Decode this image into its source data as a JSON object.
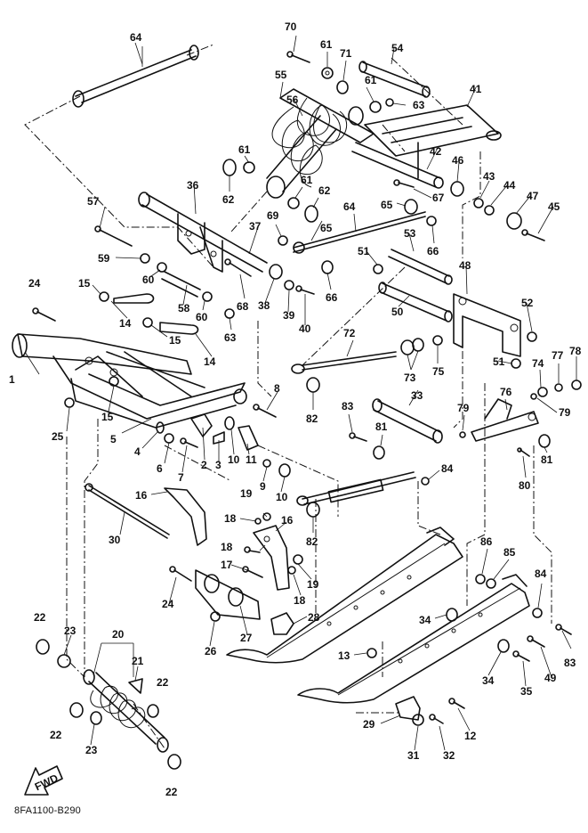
{
  "diagram_code": "8FA1100-B290",
  "direction_label": "FWD",
  "callouts": [
    {
      "n": "1"
    },
    {
      "n": "2"
    },
    {
      "n": "3"
    },
    {
      "n": "4"
    },
    {
      "n": "5"
    },
    {
      "n": "6"
    },
    {
      "n": "7"
    },
    {
      "n": "8"
    },
    {
      "n": "9"
    },
    {
      "n": "10"
    },
    {
      "n": "10"
    },
    {
      "n": "11"
    },
    {
      "n": "12"
    },
    {
      "n": "13"
    },
    {
      "n": "14"
    },
    {
      "n": "14"
    },
    {
      "n": "15"
    },
    {
      "n": "15"
    },
    {
      "n": "15"
    },
    {
      "n": "16"
    },
    {
      "n": "16"
    },
    {
      "n": "17"
    },
    {
      "n": "18"
    },
    {
      "n": "18"
    },
    {
      "n": "18"
    },
    {
      "n": "19"
    },
    {
      "n": "19"
    },
    {
      "n": "20"
    },
    {
      "n": "21"
    },
    {
      "n": "22"
    },
    {
      "n": "22"
    },
    {
      "n": "22"
    },
    {
      "n": "22"
    },
    {
      "n": "23"
    },
    {
      "n": "23"
    },
    {
      "n": "24"
    },
    {
      "n": "24"
    },
    {
      "n": "25"
    },
    {
      "n": "26"
    },
    {
      "n": "27"
    },
    {
      "n": "28"
    },
    {
      "n": "29"
    },
    {
      "n": "30"
    },
    {
      "n": "31"
    },
    {
      "n": "32"
    },
    {
      "n": "33"
    },
    {
      "n": "34"
    },
    {
      "n": "34"
    },
    {
      "n": "35"
    },
    {
      "n": "36"
    },
    {
      "n": "37"
    },
    {
      "n": "38"
    },
    {
      "n": "39"
    },
    {
      "n": "40"
    },
    {
      "n": "41"
    },
    {
      "n": "42"
    },
    {
      "n": "43"
    },
    {
      "n": "44"
    },
    {
      "n": "45"
    },
    {
      "n": "46"
    },
    {
      "n": "47"
    },
    {
      "n": "48"
    },
    {
      "n": "49"
    },
    {
      "n": "50"
    },
    {
      "n": "51"
    },
    {
      "n": "51"
    },
    {
      "n": "52"
    },
    {
      "n": "53"
    },
    {
      "n": "54"
    },
    {
      "n": "55"
    },
    {
      "n": "56"
    },
    {
      "n": "57"
    },
    {
      "n": "58"
    },
    {
      "n": "59"
    },
    {
      "n": "60"
    },
    {
      "n": "60"
    },
    {
      "n": "61"
    },
    {
      "n": "61"
    },
    {
      "n": "61"
    },
    {
      "n": "61"
    },
    {
      "n": "62"
    },
    {
      "n": "62"
    },
    {
      "n": "63"
    },
    {
      "n": "63"
    },
    {
      "n": "64"
    },
    {
      "n": "64"
    },
    {
      "n": "65"
    },
    {
      "n": "65"
    },
    {
      "n": "66"
    },
    {
      "n": "66"
    },
    {
      "n": "67"
    },
    {
      "n": "68"
    },
    {
      "n": "69"
    },
    {
      "n": "70"
    },
    {
      "n": "71"
    },
    {
      "n": "72"
    },
    {
      "n": "73"
    },
    {
      "n": "74"
    },
    {
      "n": "75"
    },
    {
      "n": "76"
    },
    {
      "n": "77"
    },
    {
      "n": "78"
    },
    {
      "n": "79"
    },
    {
      "n": "79"
    },
    {
      "n": "80"
    },
    {
      "n": "81"
    },
    {
      "n": "81"
    },
    {
      "n": "82"
    },
    {
      "n": "82"
    },
    {
      "n": "83"
    },
    {
      "n": "83"
    },
    {
      "n": "84"
    },
    {
      "n": "84"
    },
    {
      "n": "85"
    },
    {
      "n": "86"
    }
  ]
}
